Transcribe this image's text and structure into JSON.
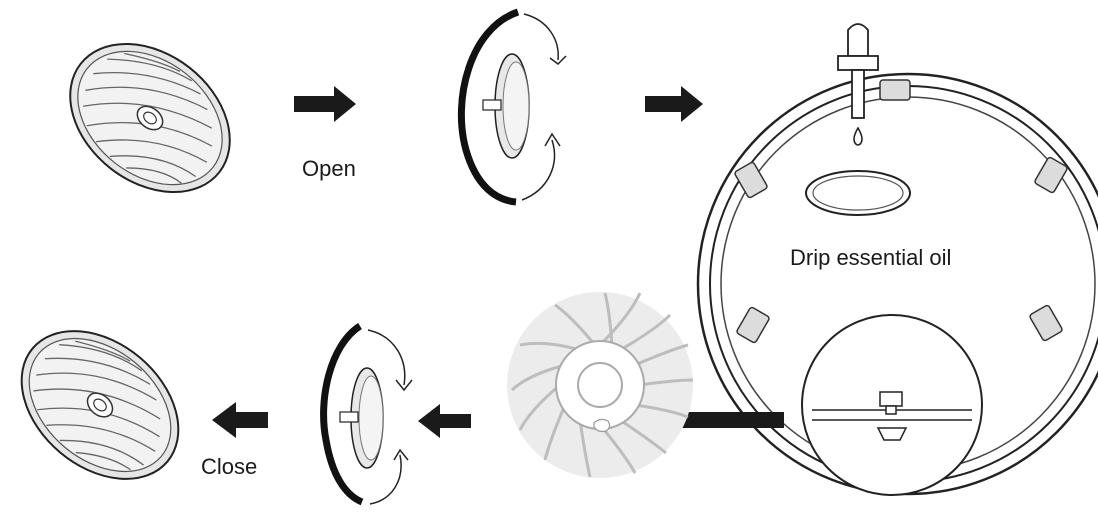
{
  "labels": {
    "open": "Open",
    "drip": "Drip essential oil",
    "close": "Close"
  },
  "colors": {
    "line": "#222222",
    "light_gray": "#d8d8d8",
    "mid_gray": "#9a9a9a"
  }
}
